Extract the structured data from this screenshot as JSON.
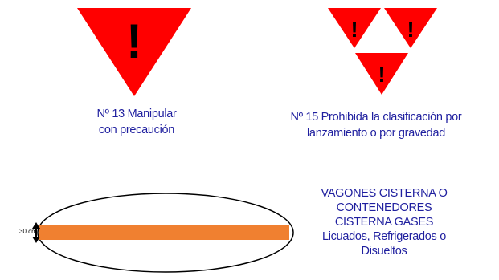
{
  "signs": {
    "sign13": {
      "symbol": "!",
      "caption_line1": "Nº 13 Manipular",
      "caption_line2": "con precaución"
    },
    "sign15": {
      "symbol": "!",
      "caption_line1": "Nº 15 Prohibida la clasificación por",
      "caption_line2": "lanzamiento o por gravedad"
    }
  },
  "tank_diagram": {
    "dimension_label": "30 cm",
    "caption_lines": [
      "VAGONES CISTERNA O",
      "CONTENEDORES",
      "CISTERNA GASES",
      "Licuados, Refrigerados o",
      "Disueltos"
    ]
  },
  "colors": {
    "warning_red": "#ff0000",
    "stripe_orange": "#f08030",
    "text_blue": "#1f1f9f",
    "outline_black": "#000000"
  }
}
